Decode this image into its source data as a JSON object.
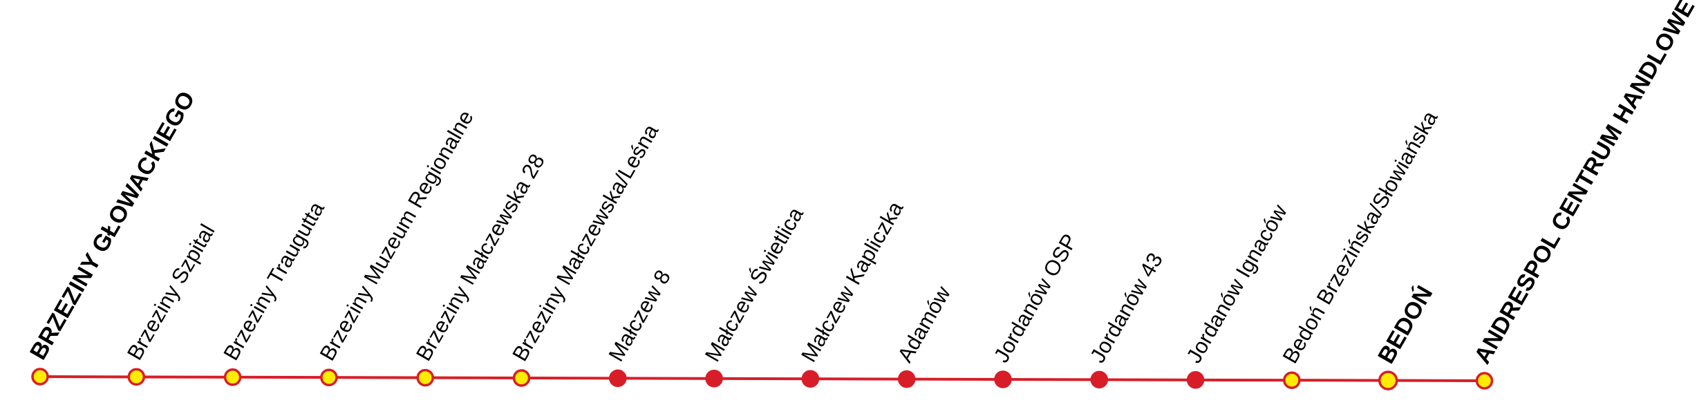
{
  "route": {
    "line_color": "#d71e28",
    "marker_colors": {
      "terminal_fill": "#ffec00",
      "regular_fill": "#d71e28",
      "stroke": "#d71e28"
    },
    "stops": [
      {
        "name": "BRZEZINY GŁOWACKIEGO",
        "major": true,
        "marker": "terminal"
      },
      {
        "name": "Brzeziny Szpital",
        "major": false,
        "marker": "terminal"
      },
      {
        "name": "Brzeziny Traugutta",
        "major": false,
        "marker": "terminal"
      },
      {
        "name": "Brzeziny Muzeum Regionalne",
        "major": false,
        "marker": "terminal"
      },
      {
        "name": "Brzeziny Małczewska 28",
        "major": false,
        "marker": "terminal"
      },
      {
        "name": "Brzeziny Małczewska/Leśna",
        "major": false,
        "marker": "terminal"
      },
      {
        "name": "Małczew 8",
        "major": false,
        "marker": "regular"
      },
      {
        "name": "Małczew Świetlica",
        "major": false,
        "marker": "regular"
      },
      {
        "name": "Małczew Kapliczka",
        "major": false,
        "marker": "regular"
      },
      {
        "name": "Adamów",
        "major": false,
        "marker": "regular"
      },
      {
        "name": "Jordanów OSP",
        "major": false,
        "marker": "regular"
      },
      {
        "name": "Jordanów 43",
        "major": false,
        "marker": "regular"
      },
      {
        "name": "Jordanów Ignaców",
        "major": false,
        "marker": "regular"
      },
      {
        "name": "Bedoń Brzezińska/Słowiańska",
        "major": false,
        "marker": "terminal"
      },
      {
        "name": "BEDOŃ",
        "major": true,
        "marker": "terminal"
      },
      {
        "name": "ANDRESPOL CENTRUM HANDLOWE",
        "major": true,
        "marker": "terminal"
      }
    ]
  }
}
